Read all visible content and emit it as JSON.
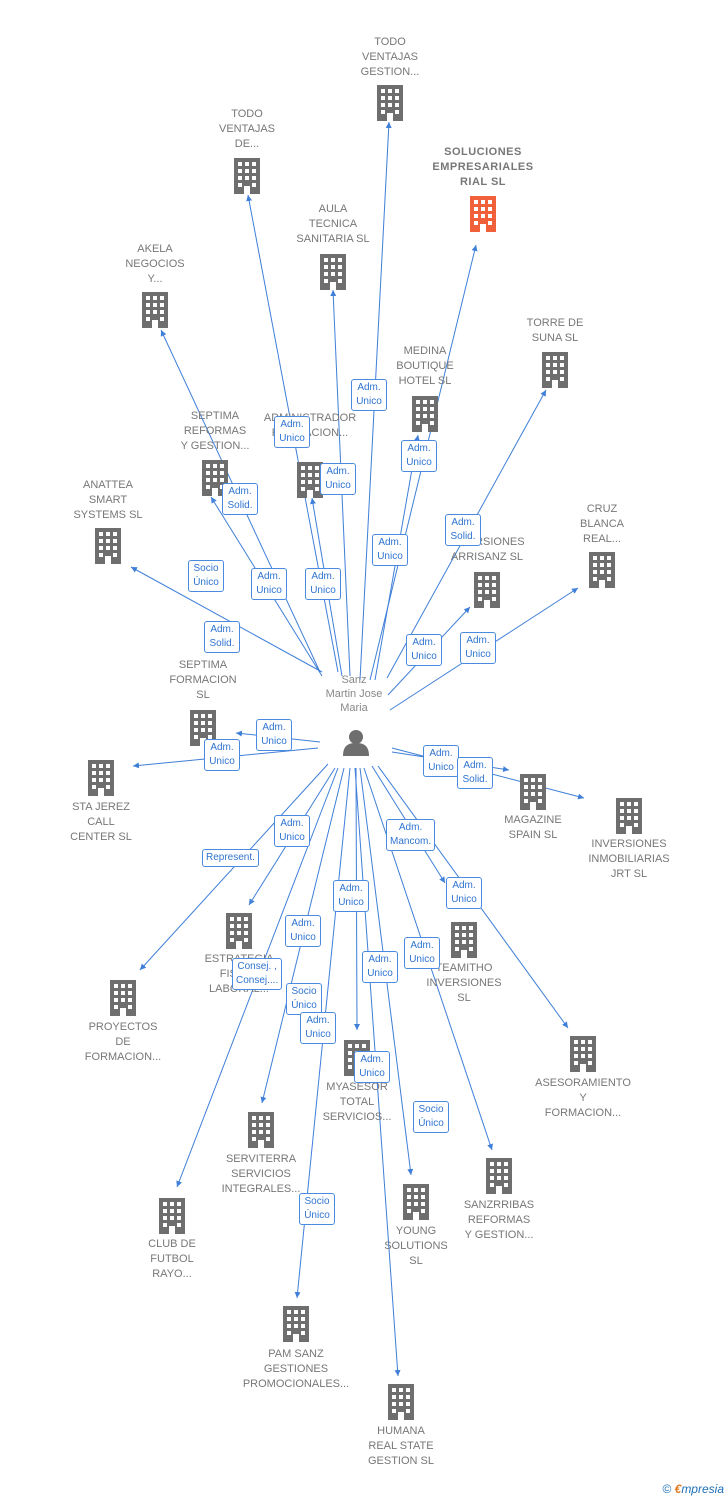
{
  "center": {
    "label": "Sanz\nMartin Jose\nMaria",
    "icon": "person-icon"
  },
  "colors": {
    "edge": "#3f7fd8",
    "building": "#6e6e6e",
    "highlight": "#f0603a",
    "label": "#777777"
  },
  "companies": [
    {
      "key": "todo-ventajas-gestion",
      "label": "TODO\nVENTAJAS\nGESTION..."
    },
    {
      "key": "todo-ventajas-de",
      "label": "TODO\nVENTAJAS\nDE..."
    },
    {
      "key": "soluciones-empresariales",
      "label": "SOLUCIONES\nEMPRESARIALES\nRIAL  SL",
      "highlight": true
    },
    {
      "key": "aula-tecnica",
      "label": "AULA\nTECNICA\nSANITARIA  SL"
    },
    {
      "key": "akela",
      "label": "AKELA\nNEGOCIOS\nY..."
    },
    {
      "key": "torre-de-suna",
      "label": "TORRE DE\nSUNA  SL"
    },
    {
      "key": "medina-boutique",
      "label": "MEDINA\nBOUTIQUE\nHOTEL  SL"
    },
    {
      "key": "septima-reformas",
      "label": "SEPTIMA\nREFORMAS\nY GESTION..."
    },
    {
      "key": "administrador-formacion",
      "label": "ADMINISTRADOR\nFORMACION..."
    },
    {
      "key": "anattea",
      "label": "ANATTEA\nSMART\nSYSTEMS  SL"
    },
    {
      "key": "inversiones-arrisanz",
      "label": "INVERSIONES\nARRISANZ  SL"
    },
    {
      "key": "cruz-blanca",
      "label": "CRUZ\nBLANCA\nREAL..."
    },
    {
      "key": "septima-formacion",
      "label": "SEPTIMA\nFORMACION\nSL"
    },
    {
      "key": "sta-jerez",
      "label": "STA JEREZ\nCALL\nCENTER  SL"
    },
    {
      "key": "magazine-spain",
      "label": "MAGAZINE\nSPAIN  SL"
    },
    {
      "key": "inversiones-inmobiliarias",
      "label": "INVERSIONES\nINMOBILIARIAS\nJRT  SL"
    },
    {
      "key": "estrategia-fiscal",
      "label": "ESTRATEGIA\nFISCAL\nLABORAL..."
    },
    {
      "key": "teamitho",
      "label": "TEAMITHO\nINVERSIONES\nSL"
    },
    {
      "key": "proyectos-formacion",
      "label": "PROYECTOS\nDE\nFORMACION..."
    },
    {
      "key": "asesoramiento",
      "label": "ASESORAMIENTO\nY\nFORMACION..."
    },
    {
      "key": "myasesor",
      "label": "MYASESOR\nTOTAL\nSERVICIOS..."
    },
    {
      "key": "serviterra",
      "label": "SERVITERRA\nSERVICIOS\nINTEGRALES..."
    },
    {
      "key": "club-futbol",
      "label": "CLUB DE\nFUTBOL\nRAYO..."
    },
    {
      "key": "sanzrribas",
      "label": "SANZRRIBAS\nREFORMAS\nY GESTION..."
    },
    {
      "key": "young-solutions",
      "label": "YOUNG\nSOLUTIONS\nSL"
    },
    {
      "key": "pam-sanz",
      "label": "PAM SANZ\nGESTIONES\nPROMOCIONALES..."
    },
    {
      "key": "humana-real-state",
      "label": "HUMANA\nREAL STATE\nGESTION  SL"
    }
  ],
  "relations": [
    "Adm.\nUnico",
    "Adm.\nUnico",
    "Adm.\nUnico",
    "Adm.\nSolid.",
    "Adm.\nUnico",
    "Adm.\nUnico",
    "Adm.\nUnico",
    "Adm.\nSolid.",
    "Socio\nÚnico",
    "Adm.\nSolid.",
    "Adm.\nUnico",
    "Adm.\nUnico",
    "Adm.\nUnico",
    "Adm.\nUnico",
    "Adm.\nUnico",
    "Adm.\nUnico",
    "Adm.\nSolid.",
    "Adm.\nMancom.",
    "Adm.\nUnico",
    "Adm.\nUnico",
    "Represent.",
    "Adm.\nUnico",
    "Adm.\nUnico",
    "Consej. ,\nConsej....",
    "Adm.\nUnico",
    "Adm.\nUnico",
    "Socio\nÚnico",
    "Adm.\nUnico",
    "Adm.\nUnico",
    "Socio\nÚnico",
    "Socio\nÚnico"
  ],
  "footer": {
    "copyright": "©",
    "brand_e": "€",
    "brand_rest": "mpresia"
  }
}
